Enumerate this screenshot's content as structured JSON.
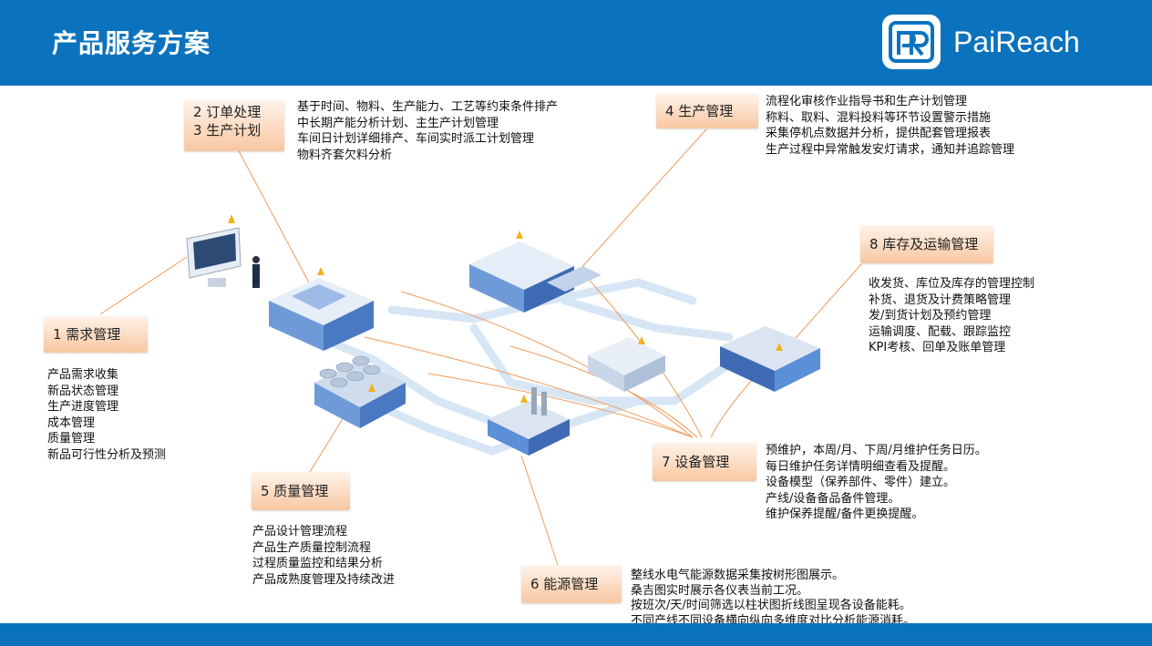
{
  "header": {
    "title": "产品服务方案",
    "brand": "PaiReach",
    "color": "#0b73be"
  },
  "modules": {
    "m1": {
      "label": "1 需求管理",
      "items": [
        "产品需求收集",
        "新品状态管理",
        "生产进度管理",
        "成本管理",
        "质量管理",
        "新品可行性分析及预测"
      ]
    },
    "m23": {
      "label_a": "2 订单处理",
      "label_b": "3 生产计划",
      "items": [
        "基于时间、物料、生产能力、工艺等约束条件排产",
        "中长期产能分析计划、主生产计划管理",
        "车间日计划详细排产、车间实时派工计划管理",
        "物料齐套欠料分析"
      ]
    },
    "m4": {
      "label": "4 生产管理",
      "items": [
        "流程化审核作业指导书和生产计划管理",
        "称料、取料、混料投料等环节设置警示措施",
        "采集停机点数据并分析，提供配套管理报表",
        "生产过程中异常触发安灯请求，通知并追踪管理"
      ]
    },
    "m5": {
      "label": "5 质量管理",
      "items": [
        "产品设计管理流程",
        "产品生产质量控制流程",
        "过程质量监控和结果分析",
        "产品成熟度管理及持续改进"
      ]
    },
    "m6": {
      "label": "6 能源管理",
      "items": [
        "整线水电气能源数据采集按树形图展示。",
        "桑吉图实时展示各仪表当前工况。",
        "按班次/天/时间筛选以柱状图折线图呈现各设备能耗。",
        "不同产线不同设备横向纵向多维度对比分析能源消耗。"
      ]
    },
    "m7": {
      "label": "7 设备管理",
      "items": [
        "预维护，本周/月、下周/月维护任务日历。",
        "每日维护任务详情明细查看及提醒。",
        "设备模型（保养部件、零件）建立。",
        "产线/设备备品备件管理。",
        "维护保养提醒/备件更换提醒。"
      ]
    },
    "m8": {
      "label": "8 库存及运输管理",
      "items": [
        "收发货、库位及库存的管理控制",
        "补货、退货及计费策略管理",
        "发/到货计划及预约管理",
        "运输调度、配载、跟踪监控",
        "KPI考核、回单及账单管理"
      ]
    }
  },
  "colors": {
    "tag_top": "#fff3ea",
    "tag_bottom": "#f8c7a1",
    "connector": "#f19a5a",
    "building": "#5b8fd6"
  }
}
